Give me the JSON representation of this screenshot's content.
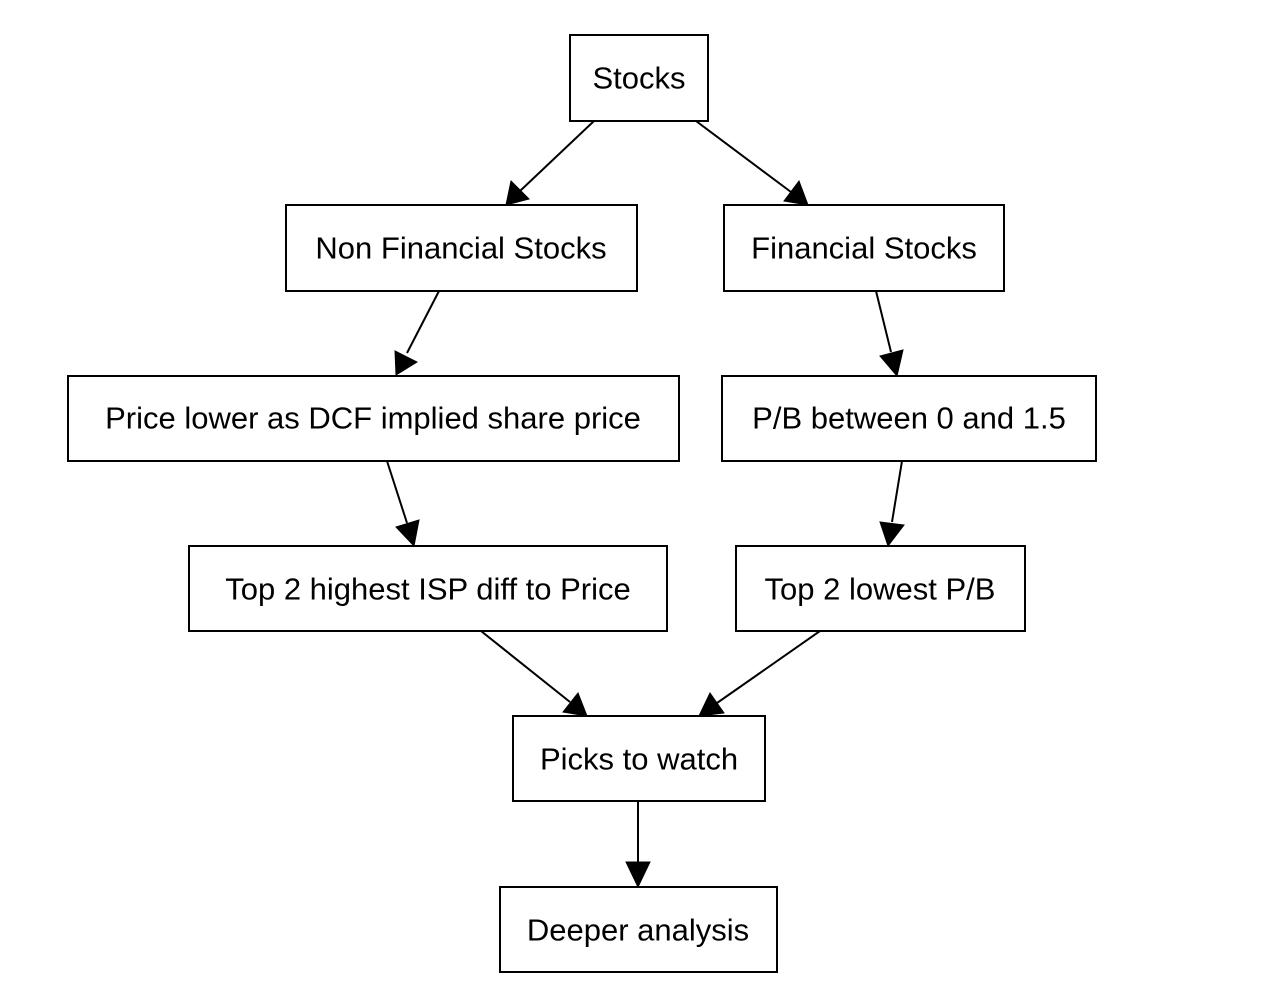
{
  "diagram": {
    "nodes": {
      "stocks": "Stocks",
      "non_financial": "Non Financial Stocks",
      "financial": "Financial Stocks",
      "dcf_filter": "Price lower as DCF implied share price",
      "pb_filter": "P/B between 0 and 1.5",
      "top_isp": "Top 2 highest ISP diff to Price",
      "top_pb": "Top 2 lowest P/B",
      "picks": "Picks to watch",
      "deeper": "Deeper analysis"
    },
    "edges": [
      [
        "stocks",
        "non_financial"
      ],
      [
        "stocks",
        "financial"
      ],
      [
        "non_financial",
        "dcf_filter"
      ],
      [
        "financial",
        "pb_filter"
      ],
      [
        "dcf_filter",
        "top_isp"
      ],
      [
        "pb_filter",
        "top_pb"
      ],
      [
        "top_isp",
        "picks"
      ],
      [
        "top_pb",
        "picks"
      ],
      [
        "picks",
        "deeper"
      ]
    ]
  }
}
